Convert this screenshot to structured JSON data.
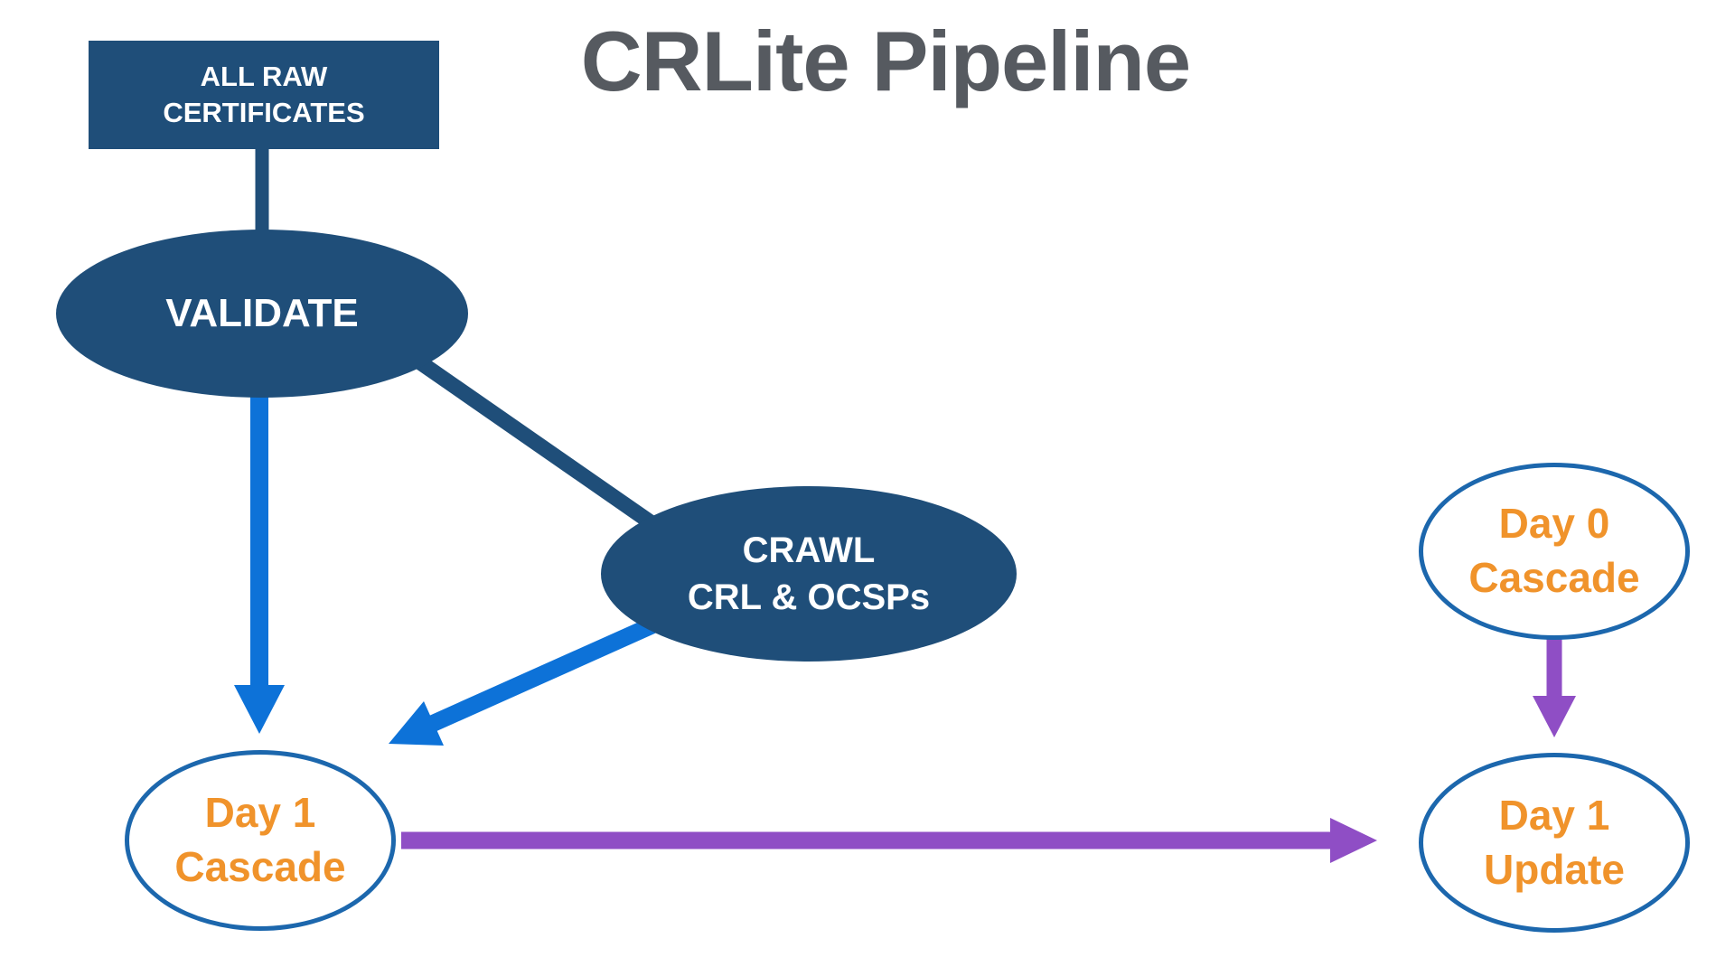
{
  "title": "CRLite Pipeline",
  "colors": {
    "background": "#FFFFFF",
    "dark-blue": "#1F4E79",
    "bright-blue": "#0D72D8",
    "purple": "#8F4EC5",
    "orange": "#F0932B",
    "ellipse-border-blue": "#1C67AD",
    "title-gray": "#565A60",
    "node-text-white": "#FFFFFF"
  },
  "nodes": {
    "all_raw_certificates": {
      "label": "ALL RAW\nCERTIFICATES",
      "shape": "rectangle",
      "fill": "dark-blue"
    },
    "validate": {
      "label": "VALIDATE",
      "shape": "ellipse",
      "fill": "dark-blue"
    },
    "crawl": {
      "label": "CRAWL\nCRL & OCSPs",
      "shape": "ellipse",
      "fill": "dark-blue"
    },
    "day1_cascade": {
      "label": "Day 1\nCascade",
      "shape": "ellipse",
      "fill": "white"
    },
    "day0_cascade": {
      "label": "Day 0\nCascade",
      "shape": "ellipse",
      "fill": "white"
    },
    "day1_update": {
      "label": "Day 1\nUpdate",
      "shape": "ellipse",
      "fill": "white"
    }
  },
  "edges": [
    {
      "from": "all_raw_certificates",
      "to": "validate",
      "style": "dark-blue-line",
      "arrowhead": false
    },
    {
      "from": "validate",
      "to": "crawl",
      "style": "dark-blue-line",
      "arrowhead": false
    },
    {
      "from": "validate",
      "to": "day1_cascade",
      "style": "bright-blue-arrow",
      "arrowhead": true
    },
    {
      "from": "crawl",
      "to": "day1_cascade",
      "style": "bright-blue-arrow",
      "arrowhead": true
    },
    {
      "from": "day1_cascade",
      "to": "day1_update",
      "style": "purple-arrow",
      "arrowhead": true
    },
    {
      "from": "day0_cascade",
      "to": "day1_update",
      "style": "purple-arrow",
      "arrowhead": true
    }
  ]
}
